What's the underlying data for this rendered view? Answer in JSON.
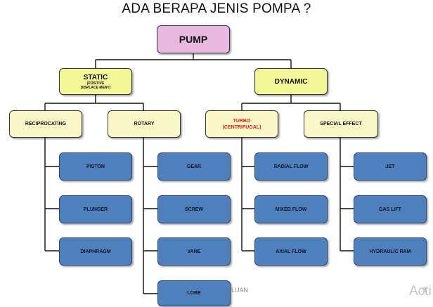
{
  "title": "ADA BERAPA JENIS POMPA ?",
  "root": "PUMP",
  "static": {
    "label": "STATIC",
    "sub1": "(POSITIVE",
    "sub2": "DISPLACE MENT)"
  },
  "dynamic": {
    "label": "DYNAMIC"
  },
  "reciprocating": {
    "label": "RECIPROCATING",
    "items": [
      "PISTON",
      "PLUNGER",
      "DIAPHRAGM"
    ]
  },
  "rotary": {
    "label": "ROTARY",
    "items": [
      "GEAR",
      "SCREW",
      "VANE",
      "LOBE"
    ]
  },
  "turbo": {
    "label1": "TURBO",
    "label2": "(CENTRIFUGAL)",
    "items": [
      "RADIAL FLOW",
      "MIXED FLOW",
      "AXIAL FLOW"
    ]
  },
  "special": {
    "label": "SPECIAL EFFECT",
    "items": [
      "JET",
      "GAS LIFT",
      "HYDRAULIC RAM"
    ]
  },
  "footer": {
    "text": "LUAN",
    "page": "3"
  },
  "watermark": "Acti",
  "colors": {
    "root": "#e8b8e2",
    "level1": "#f3f696",
    "level2": "#fbf7c6",
    "leaf": "#4f7fbd",
    "turbo_text": "#e02020"
  }
}
